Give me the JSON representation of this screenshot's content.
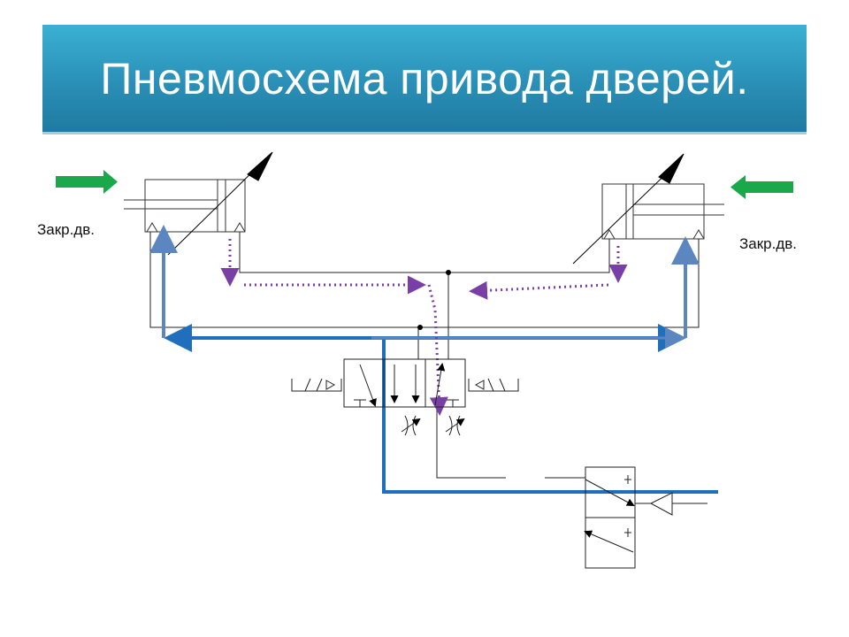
{
  "title": "Пневмосхема привода дверей.",
  "labels": {
    "left_cylinder": "Закр.дв.",
    "right_cylinder": "Закр.дв."
  },
  "colors": {
    "title_bg": "#2e9cc4",
    "supply_line": "#1f6fbd",
    "exhaust_line": "#5b86c0",
    "signal_flow": "#7a3fa6",
    "door_arrow": "#1aa84a"
  }
}
